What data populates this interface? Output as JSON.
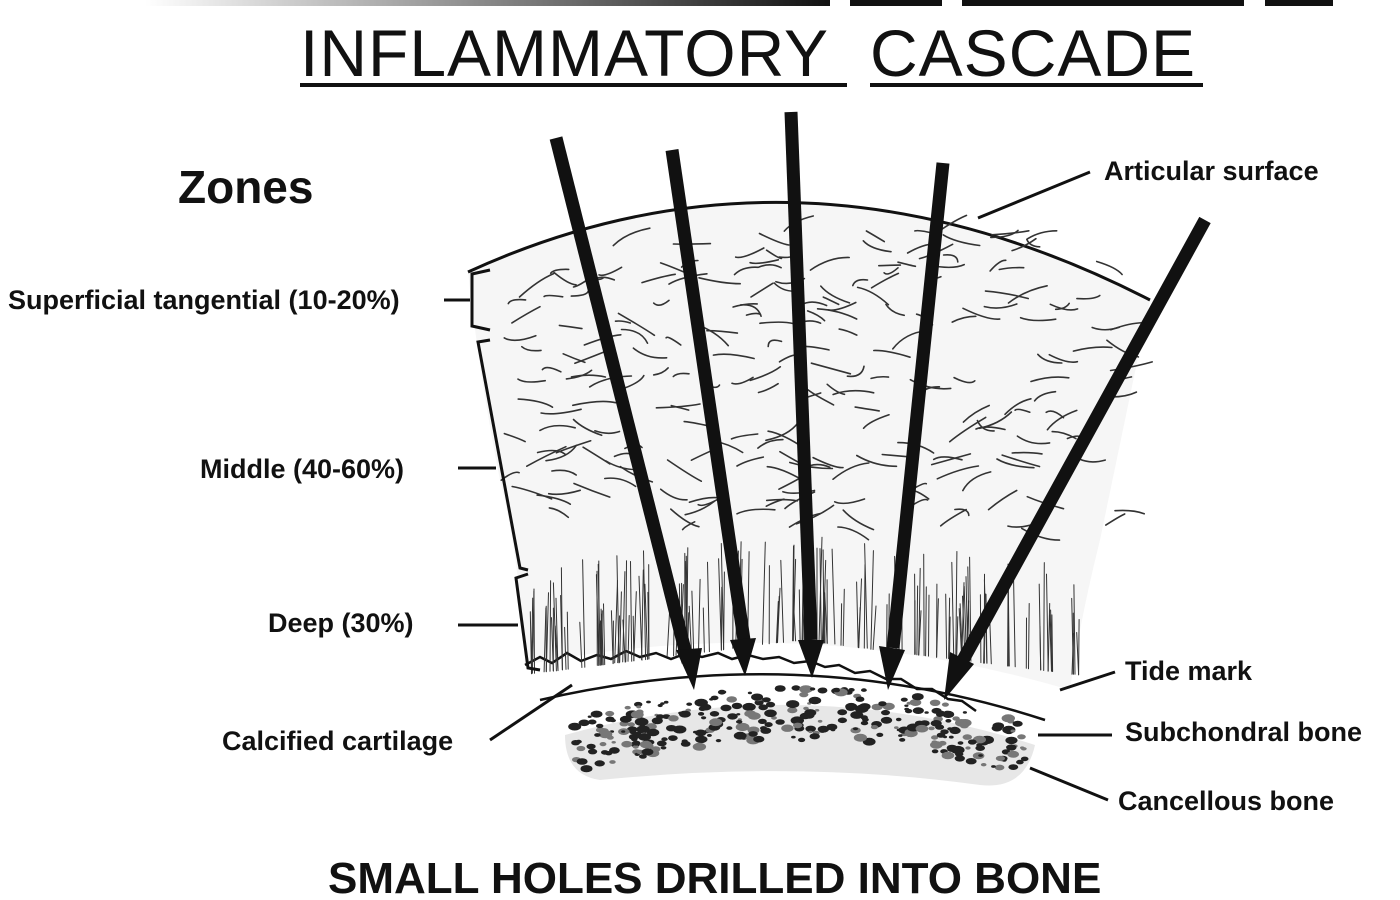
{
  "title": {
    "word1": "INFLAMMATORY",
    "word2": "CASCADE"
  },
  "zones_heading": "Zones",
  "left_labels": {
    "superficial": "Superficial tangential (10-20%)",
    "middle": "Middle (40-60%)",
    "deep": "Deep (30%)",
    "calcified": "Calcified cartilage"
  },
  "right_labels": {
    "articular": "Articular surface",
    "tide_mark": "Tide mark",
    "subchondral": "Subchondral bone",
    "cancellous": "Cancellous bone"
  },
  "caption": "SMALL HOLES DRILLED INTO BONE",
  "colors": {
    "ink": "#111111",
    "background": "#ffffff"
  }
}
